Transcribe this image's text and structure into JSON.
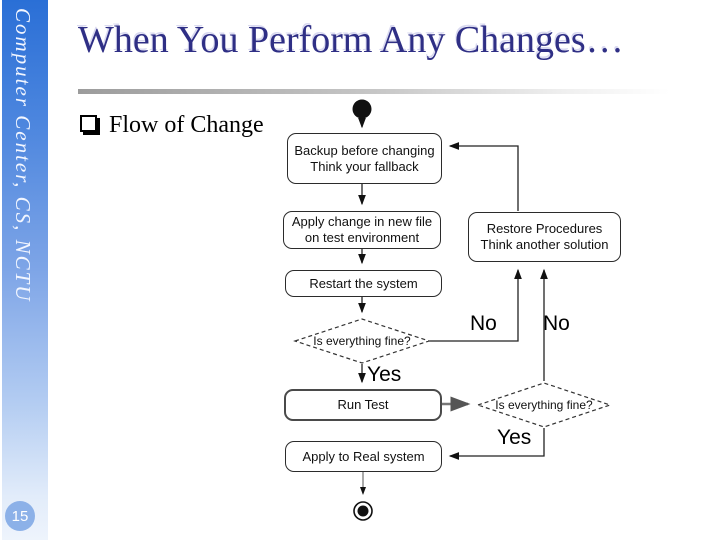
{
  "slide": {
    "title": "When You Perform Any Changes…",
    "page_number": "15"
  },
  "sidebar": {
    "vertical_text": "Computer Center, CS, NCTU"
  },
  "bullet": {
    "icon": "shadowed-square-bullet",
    "label": "Flow of Change"
  },
  "flowchart": {
    "type": "uml-activity-diagram",
    "nodes": {
      "start": {
        "kind": "initial-node"
      },
      "backup": {
        "line1": "Backup before changing",
        "line2": "Think your fallback"
      },
      "apply_test": {
        "line1": "Apply change in new file",
        "line2": "on test environment"
      },
      "restore": {
        "line1": "Restore Procedures",
        "line2": "Think another solution"
      },
      "restart": {
        "label": "Restart the system"
      },
      "decision1": {
        "label": "Is everything fine?"
      },
      "run_test": {
        "label": "Run Test"
      },
      "decision2": {
        "label": "Is everything fine?"
      },
      "apply_real": {
        "label": "Apply to Real system"
      },
      "end": {
        "kind": "final-node"
      }
    },
    "edge_labels": {
      "decision1_no": "No",
      "decision2_no": "No",
      "decision1_yes": "Yes",
      "decision2_yes": "Yes"
    }
  },
  "colors": {
    "sidebar_top": "#2a6fd6",
    "sidebar_bottom": "#eef4fc",
    "title_text": "#2f2f85",
    "page_badge": "#8cb1e8",
    "box_border": "#2b2b2b",
    "flow_line": "#1a1a1a"
  }
}
